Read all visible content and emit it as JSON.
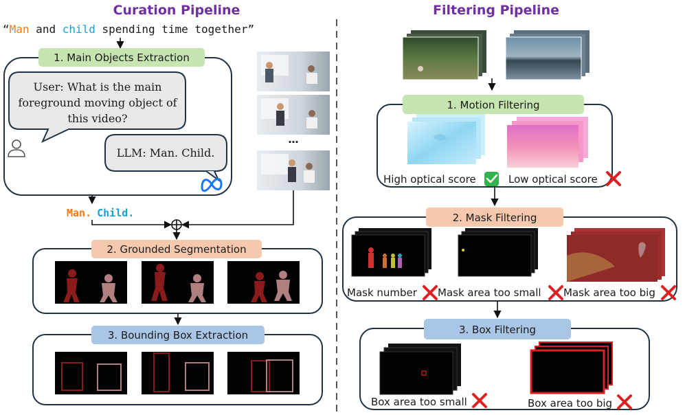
{
  "curation": {
    "title": "Curation Pipeline",
    "prompt": {
      "open_quote": "“",
      "word1": "Man",
      "and": " and ",
      "word2": "child",
      "rest": " spending time together”"
    },
    "step1_label": "1. Main Objects Extraction",
    "user_bubble_lines": [
      "User: What is the main",
      "foreground moving object of",
      "this video?"
    ],
    "llm_bubble": "LLM: Man. Child.",
    "ellipsis": "…",
    "result_word1": "Man.",
    "result_word2": "Child.",
    "step2_label": "2. Grounded Segmentation",
    "step3_label": "3. Bounding Box Extraction"
  },
  "filtering": {
    "title": "Filtering Pipeline",
    "step1_label": "1. Motion Filtering",
    "high_optical": "High optical score",
    "low_optical": "Low optical score",
    "step2_label": "2. Mask Filtering",
    "mask_number": "Mask number",
    "mask_small": "Mask area too small",
    "mask_big": "Mask area too big",
    "step3_label": "3. Box Filtering",
    "box_small": "Box area too small",
    "box_big": "Box area too big"
  },
  "colors": {
    "title_purple": "#7030a0",
    "man_orange": "#f07b1c",
    "child_blue": "#1aa0d8",
    "green_label": "#c6e5b0",
    "peach_label": "#f6c9ae",
    "blue_label": "#a9c6e6",
    "mask_red": "#8b1a1a",
    "mask_pink": "#b08080",
    "reject_red": "#e02020",
    "accept_green": "#2fb34a"
  },
  "icons": [
    "user-icon",
    "meta-logo-icon",
    "checkmark-icon",
    "cross-icon",
    "circled-plus-icon"
  ]
}
